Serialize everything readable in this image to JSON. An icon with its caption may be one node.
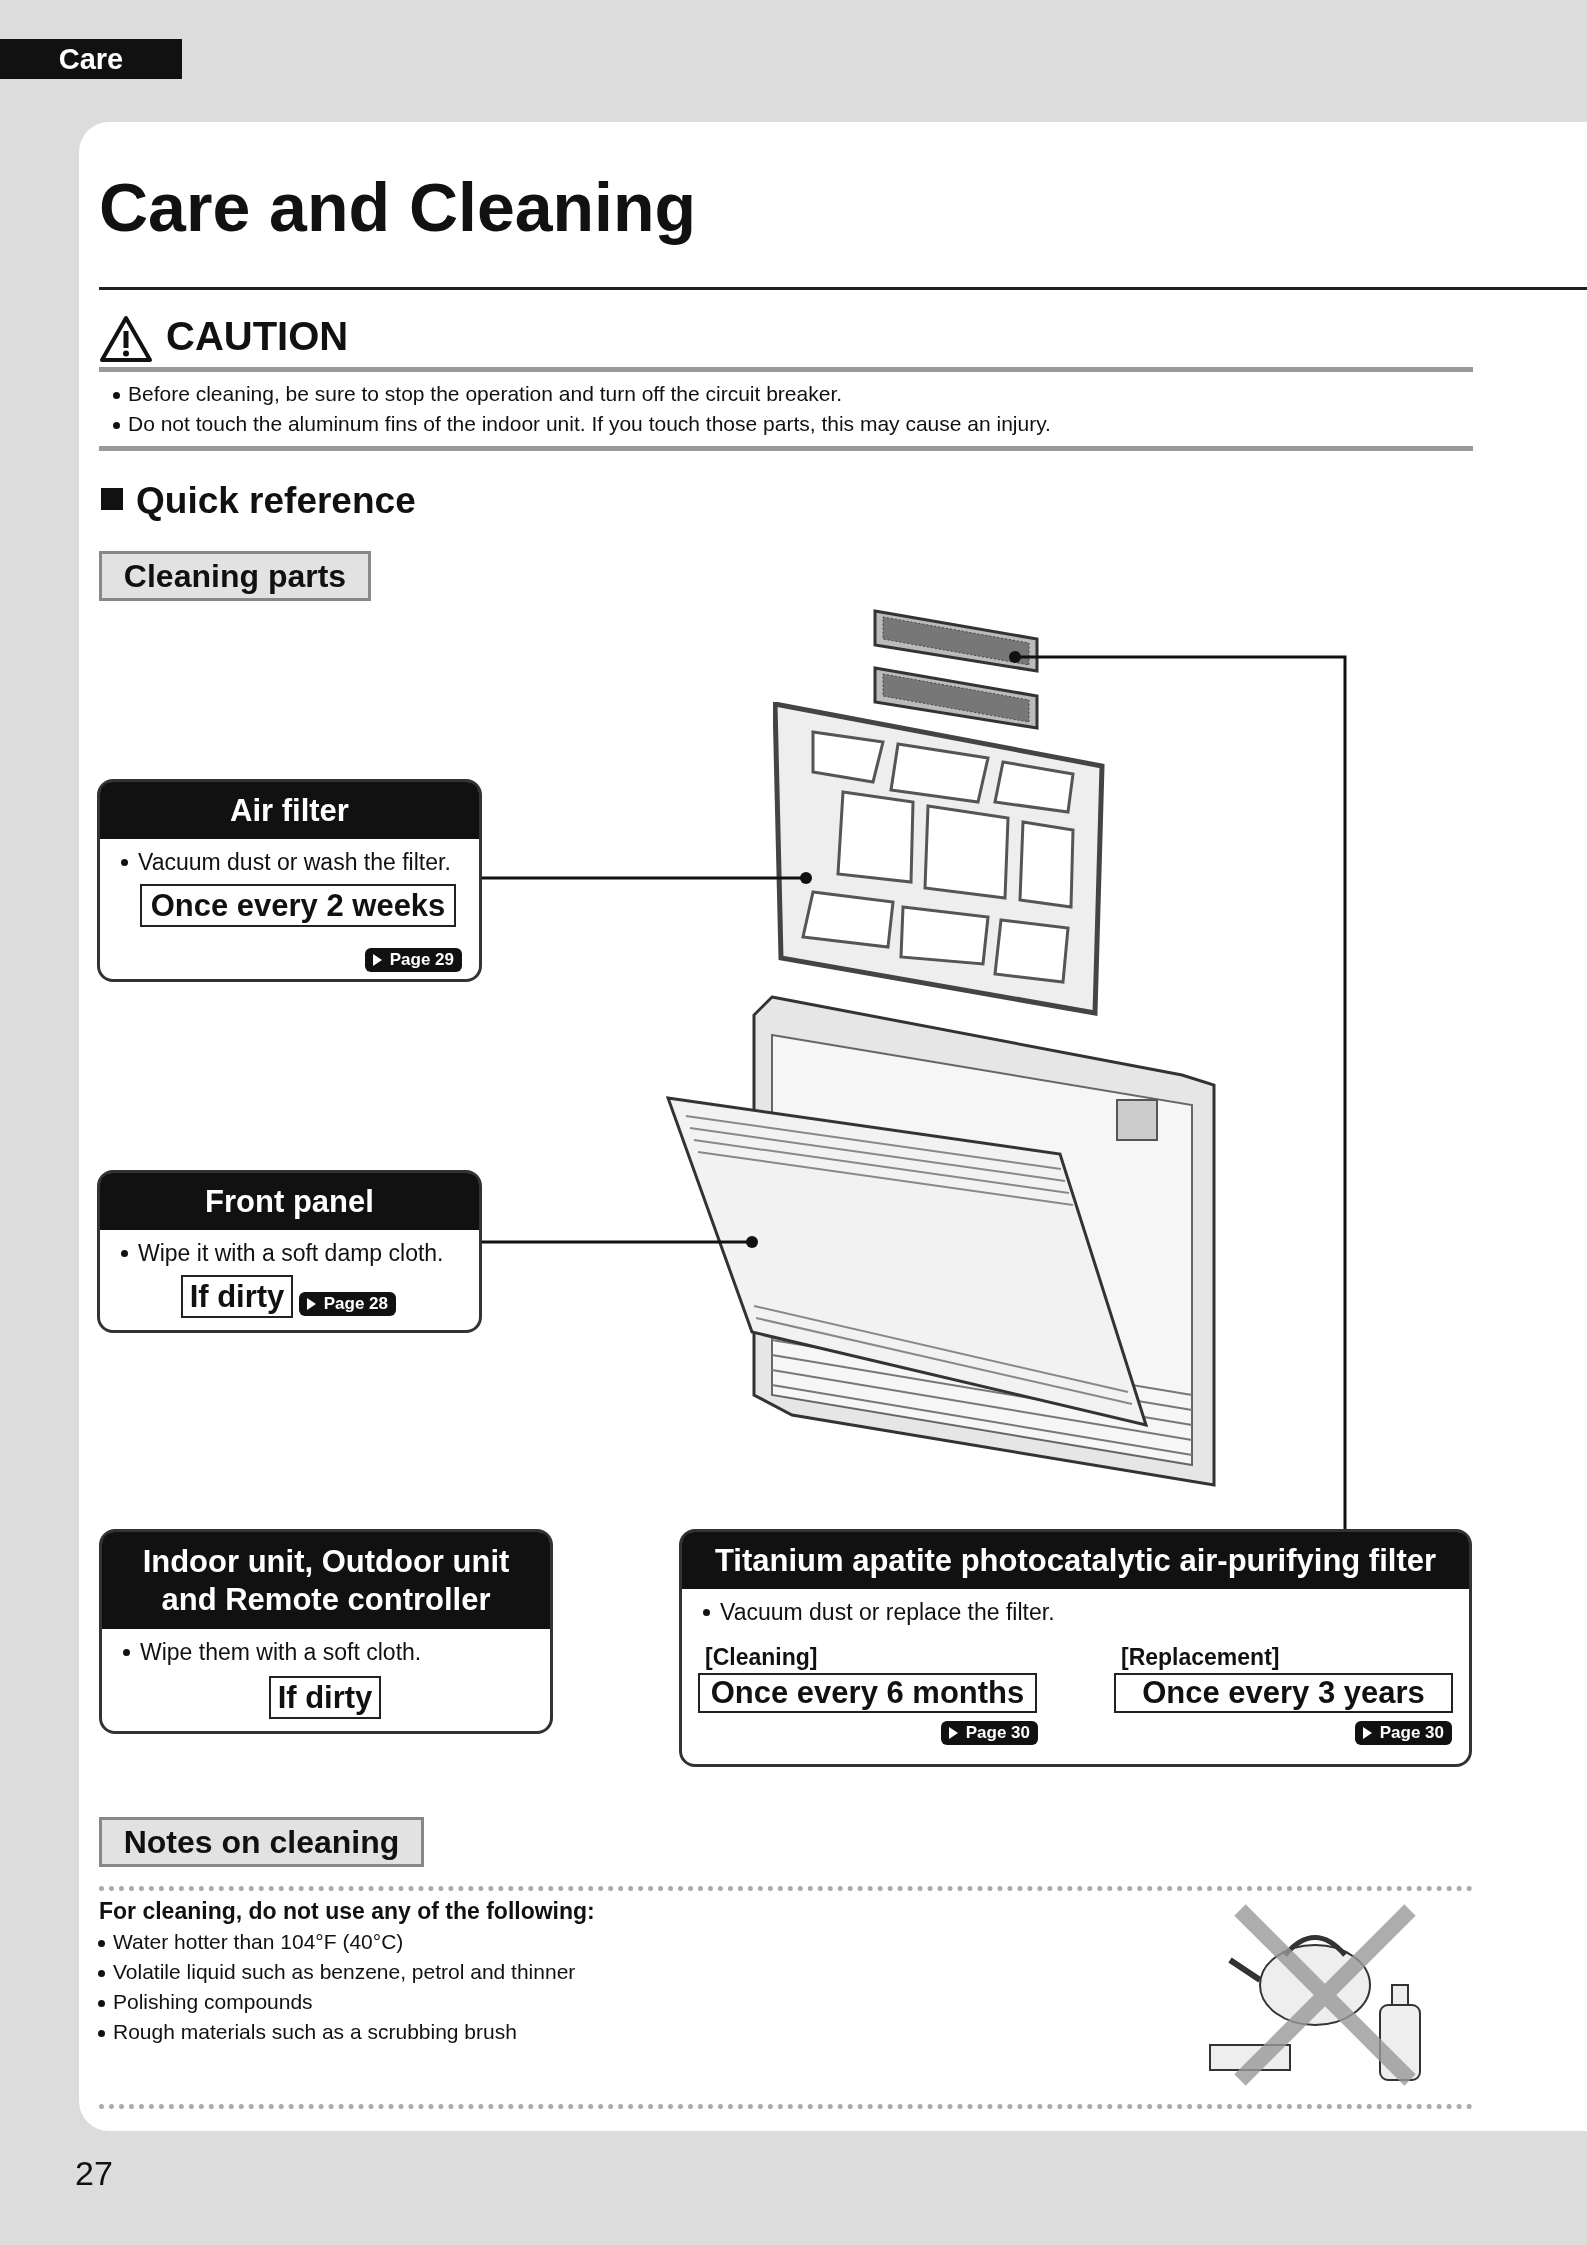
{
  "diagram": {
    "title": "Care and Cleaning",
    "nodes": [
      {
        "text": [
          "Care"
        ]
      },
      {
        "text": [
          "Cleaning parts"
        ]
      },
      {
        "text": [],
        "shape": "picture"
      },
      {
        "text": [
          "Air filter",
          "Vacuum dust or wash the filter."
        ]
      },
      {
        "text": [
          "Once every 2 weeks"
        ],
        "in": 3
      },
      {
        "text": [
          "Page 29"
        ],
        "in": 3
      },
      {
        "text": [],
        "shape": "picture"
      },
      {
        "text": [],
        "shape": "picture"
      },
      {
        "text": [
          "Front panel",
          "Wipe it with a soft damp cloth."
        ]
      },
      {
        "text": [
          "If dirty"
        ],
        "in": 8
      },
      {
        "text": [
          "Page 28"
        ],
        "in": 8
      },
      {
        "text": [
          "Indoor unit, Outdoor unit and Remote controller",
          "Wipe them with a soft cloth."
        ]
      },
      {
        "text": [
          "If dirty"
        ],
        "in": 11
      },
      {
        "text": [
          "Titanium apatite photocatalytic air-purifying filter",
          "Vacuum dust or replace the filter.",
          "[Cleaning]",
          "[Replacement]"
        ]
      },
      {
        "text": [
          "Once every 6 months"
        ],
        "in": 13
      },
      {
        "text": [
          "Page 30"
        ],
        "in": 13
      },
      {
        "text": [
          "Once every 3 years"
        ],
        "in": 13
      },
      {
        "text": [
          "Page 30"
        ],
        "in": 13
      },
      {
        "text": [
          "Notes on cleaning"
        ]
      }
    ],
    "edges": [
      {
        "from": 3,
        "to": 6,
        "arrow": "other"
      },
      {
        "from": 8,
        "to": 7,
        "arrow": "other"
      },
      {
        "from": 13,
        "to": 2,
        "arrow": "other"
      }
    ],
    "labels": [
      "CAUTION",
      "Before cleaning, be sure to stop the operation and turn off the circuit breaker.",
      "Do not touch the aluminum fins of the indoor unit. If you touch those parts, this may cause an injury.",
      "Quick reference",
      "For cleaning, do not use any of the following:",
      "Water hotter than 104°F (40°C)",
      "Volatile liquid such as benzene, petrol and thinner",
      "Polishing compounds",
      "Rough materials such as a scrubbing brush",
      "27"
    ]
  }
}
